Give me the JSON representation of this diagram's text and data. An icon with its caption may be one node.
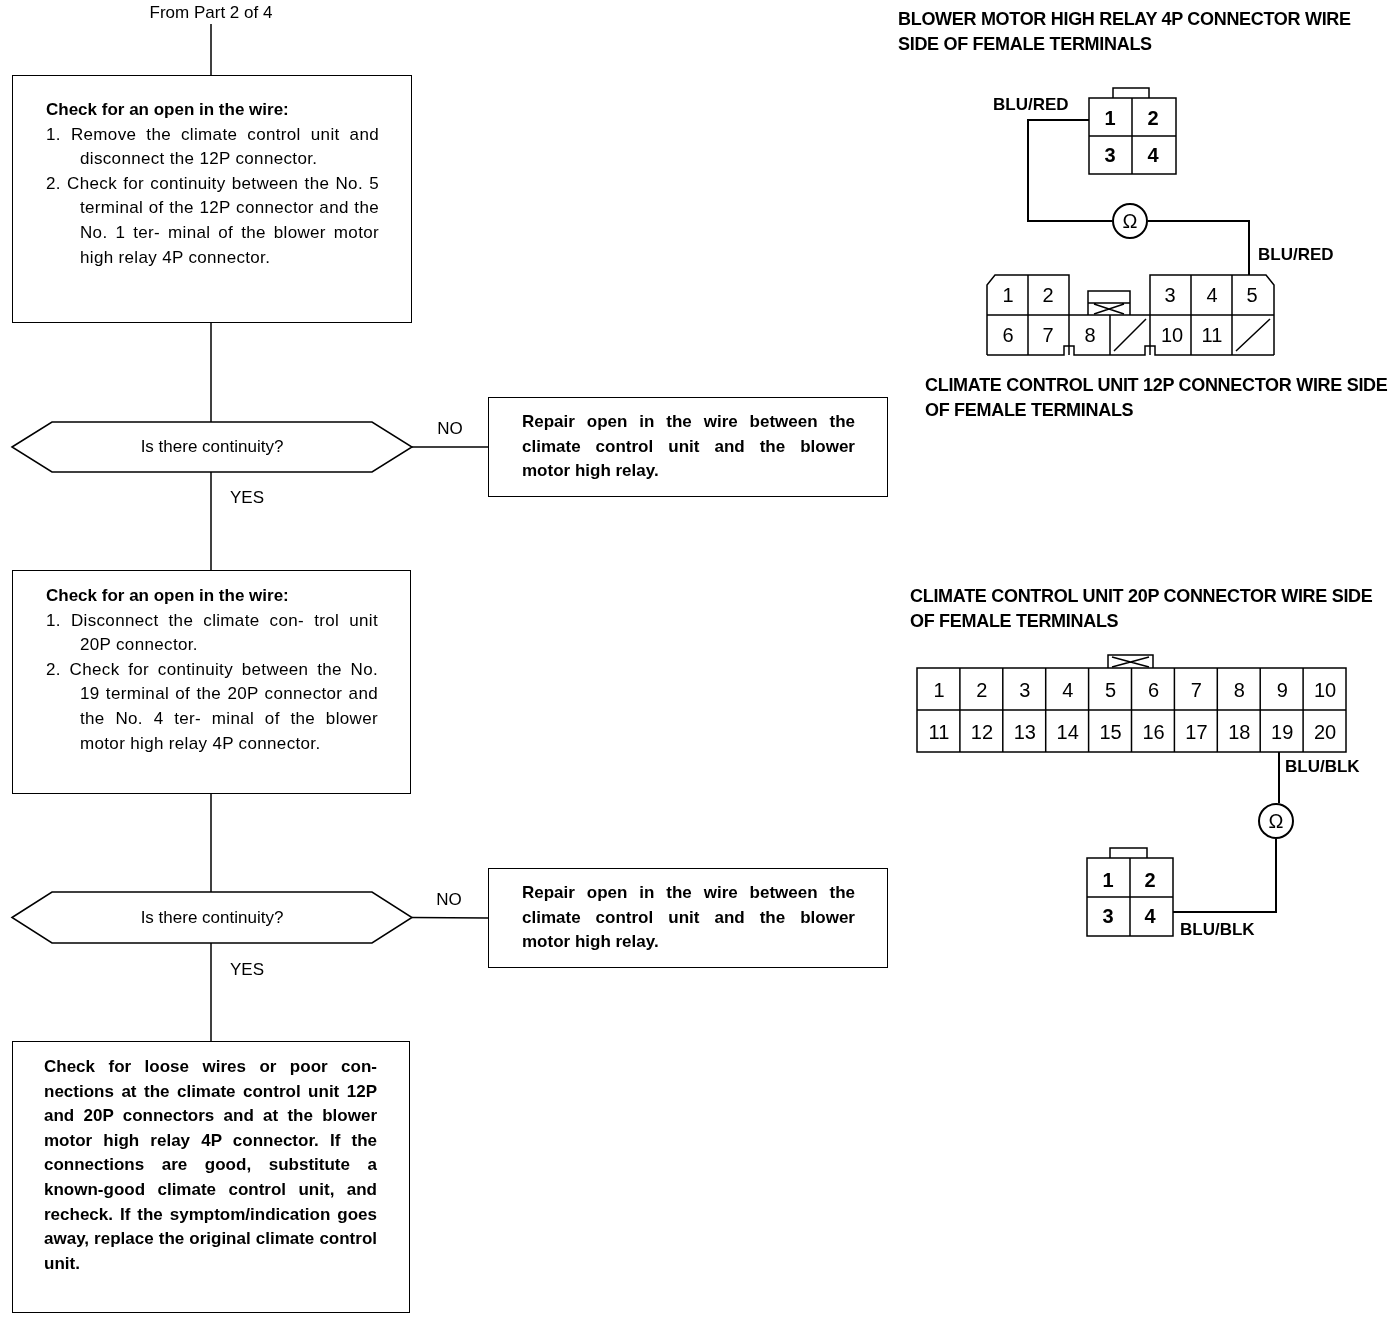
{
  "diagram": {
    "nodes": [
      {
        "text": [
          "From Part 2 of 4"
        ]
      },
      {
        "text": [
          "Check for an open in the wire:",
          "1. Remove the climate control unit and disconnect the 12P connector.",
          "2. Check for continuity between the No. 5 terminal of the 12P connector and the No. 1 ter- minal of the blower motor high relay 4P connector."
        ]
      },
      {
        "text": [
          "Is there continuity?"
        ]
      },
      {
        "text": [
          "Repair open in the wire between the climate control unit and the blower motor high relay."
        ]
      },
      {
        "text": [
          "Check for an open in the wire:",
          "1. Disconnect the climate con- trol unit 20P connector.",
          "2. Check for continuity between the No. 19 terminal of the 20P connector and the No. 4 ter- minal of the blower motor high relay 4P connector."
        ]
      },
      {
        "text": [
          "Is there continuity?"
        ]
      },
      {
        "text": [
          "Repair open in the wire between the climate control unit and the blower motor high relay."
        ]
      },
      {
        "text": [
          "Check for loose wires or poor con- nections at the climate control unit 12P and 20P connectors and at the blower motor high relay 4P connector. If the connections are good, substitute a known-good climate control unit, and recheck. If the symptom/indication goes away, replace the original climate control unit."
        ]
      }
    ],
    "edges": [
      {
        "from": 0,
        "to": 1,
        "arrow": "none"
      },
      {
        "from": 1,
        "to": 2,
        "arrow": "none"
      },
      {
        "from": 2,
        "to": 3,
        "label": "NO",
        "arrow": "none"
      },
      {
        "from": 2,
        "to": 4,
        "label": "YES",
        "arrow": "none"
      },
      {
        "from": 4,
        "to": 5,
        "arrow": "none"
      },
      {
        "from": 5,
        "to": 6,
        "label": "NO",
        "arrow": "none"
      },
      {
        "from": 5,
        "to": 7,
        "label": "YES",
        "arrow": "none"
      }
    ],
    "labels": [
      "BLOWER MOTOR HIGH RELAY 4P CONNECTOR WIRE SIDE OF FEMALE TERMINALS",
      "BLU/RED",
      "1",
      "2",
      "3",
      "4",
      "Ω",
      "BLU/RED",
      "1",
      "2",
      "3",
      "4",
      "5",
      "6",
      "7",
      "8",
      "10",
      "11",
      "CLIMATE CONTROL UNIT 12P CONNECTOR WIRE SIDE OF FEMALE TERMINALS",
      "CLIMATE CONTROL UNIT 20P CONNECTOR WIRE SIDE OF FEMALE TERMINALS",
      "1",
      "2",
      "3",
      "4",
      "5",
      "6",
      "7",
      "8",
      "9",
      "10",
      "11",
      "12",
      "13",
      "14",
      "15",
      "16",
      "17",
      "18",
      "19",
      "20",
      "BLU/BLK",
      "Ω",
      "1",
      "2",
      "3",
      "4",
      "BLU/BLK"
    ]
  }
}
